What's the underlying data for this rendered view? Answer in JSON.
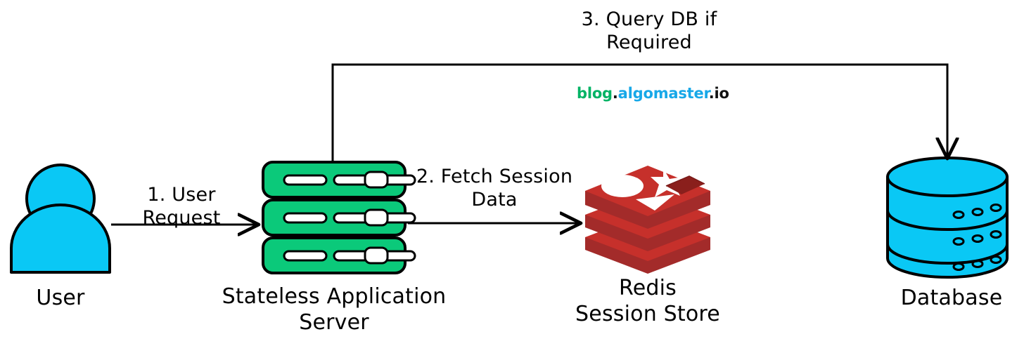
{
  "diagram": {
    "title": "Stateless application server with Redis session store",
    "background": "#ffffff",
    "watermark": {
      "part1": "blog",
      "dot1": ".",
      "part2": "algomaster",
      "part3": ".io",
      "color_part1": "#00b365",
      "color_part2": "#17a8e8",
      "color_part3": "#111111"
    },
    "nodes": [
      {
        "id": "user",
        "icon": "user-icon",
        "label": "User",
        "color": "#0ac8f5",
        "stroke": "#000000"
      },
      {
        "id": "app-server",
        "icon": "server-icon",
        "label": "Stateless Application\nServer",
        "color": "#0bc97a",
        "stroke": "#000000"
      },
      {
        "id": "redis",
        "icon": "redis-icon",
        "label": "Redis\nSession Store",
        "color": "#c6302b",
        "color_dark": "#a32b2a",
        "stroke": "none"
      },
      {
        "id": "database",
        "icon": "database-cylinder-icon",
        "label": "Database",
        "color": "#0ac8f5",
        "stroke": "#000000"
      }
    ],
    "edges": [
      {
        "id": "edge-1",
        "from": "user",
        "to": "app-server",
        "label": "1. User Request",
        "style": "straight-arrow"
      },
      {
        "id": "edge-2",
        "from": "app-server",
        "to": "redis",
        "label": "2. Fetch Session\nData",
        "style": "straight-arrow"
      },
      {
        "id": "edge-3",
        "from": "app-server",
        "to": "database",
        "label": "3. Query DB if\nRequired",
        "style": "orthogonal-arrow"
      }
    ]
  }
}
